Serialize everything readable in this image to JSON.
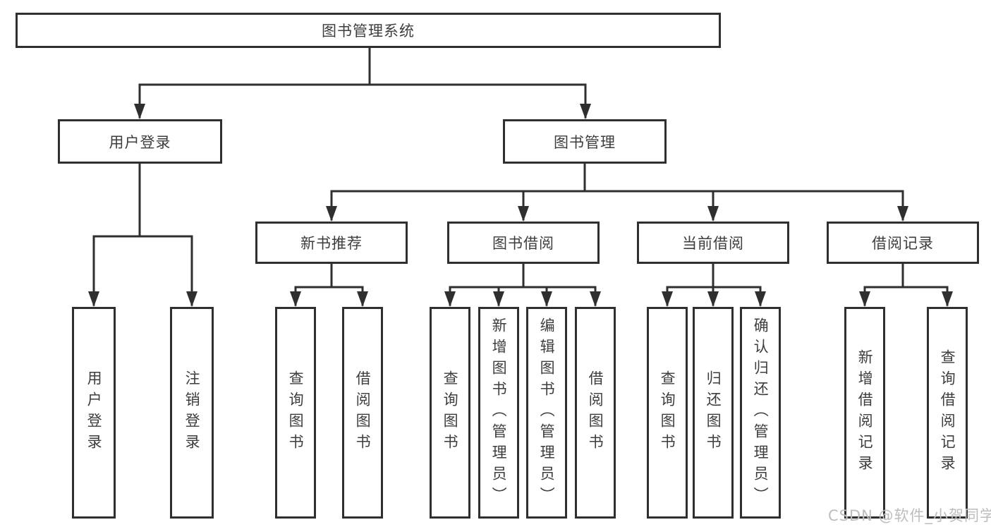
{
  "diagram": {
    "root": "图书管理系统",
    "user_login": {
      "label": "用户登录",
      "children": [
        "用户登录",
        "注销登录"
      ]
    },
    "book_mgmt": {
      "label": "图书管理",
      "sections": {
        "new_books": {
          "label": "新书推荐",
          "children": [
            "查询图书",
            "借阅图书"
          ]
        },
        "borrowing": {
          "label": "图书借阅",
          "children": [
            "查询图书",
            "新增图书（管理员）",
            "编辑图书（管理员）",
            "借阅图书"
          ]
        },
        "current": {
          "label": "当前借阅",
          "children": [
            "查询图书",
            "归还图书",
            "确认归还（管理员）"
          ]
        },
        "records": {
          "label": "借阅记录",
          "children": [
            "新增借阅记录",
            "查询借阅记录"
          ]
        }
      }
    }
  },
  "watermark": "CSDN @软件_小贺同学",
  "colors": {
    "line": "#2f2f2f",
    "text": "#3d3d3d",
    "background": "#ffffff",
    "watermark": "#bdbdbd"
  }
}
